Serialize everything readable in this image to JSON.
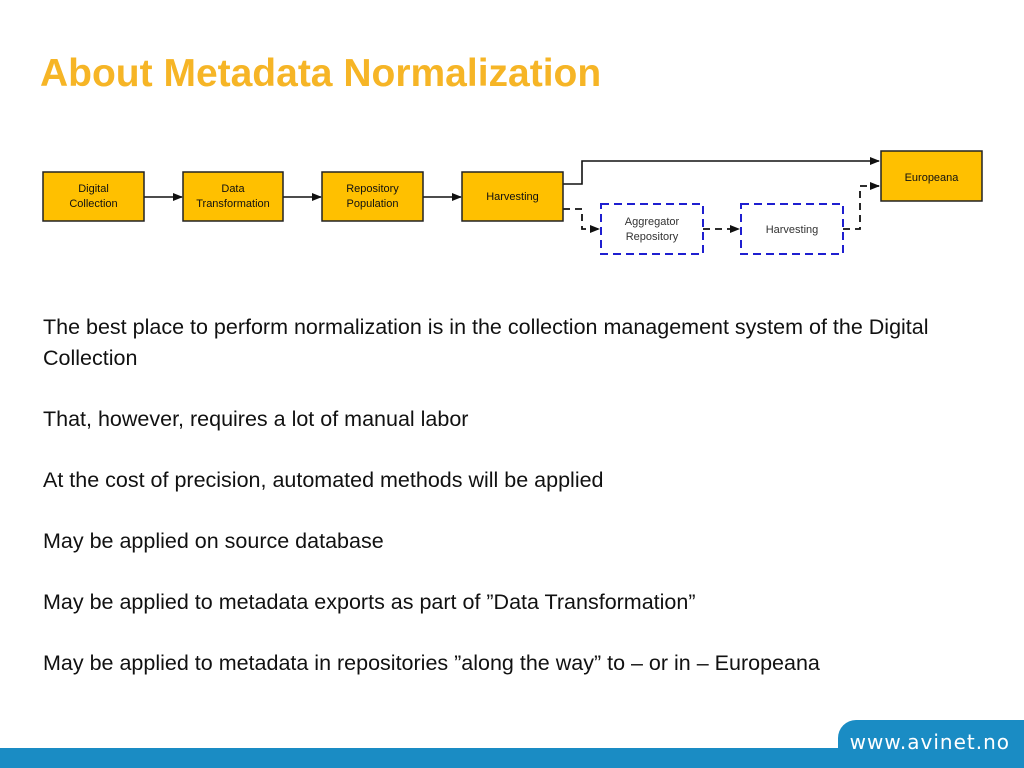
{
  "slide": {
    "title": "About Metadata Normalization"
  },
  "diagram": {
    "boxes": [
      {
        "id": "digital-collection",
        "lines": [
          "Digital",
          "Collection"
        ],
        "style": "solid"
      },
      {
        "id": "data-transformation",
        "lines": [
          "Data",
          "Transformation"
        ],
        "style": "solid"
      },
      {
        "id": "repository-population",
        "lines": [
          "Repository",
          "Population"
        ],
        "style": "solid"
      },
      {
        "id": "harvesting",
        "lines": [
          "Harvesting"
        ],
        "style": "solid"
      },
      {
        "id": "aggregator-repository",
        "lines": [
          "Aggregator",
          "Repository"
        ],
        "style": "dashed"
      },
      {
        "id": "harvesting-2",
        "lines": [
          "Harvesting"
        ],
        "style": "dashed"
      },
      {
        "id": "europeana",
        "lines": [
          "Europeana"
        ],
        "style": "solid"
      }
    ],
    "colors": {
      "solid_fill": "#ffc000",
      "solid_border": "#222222",
      "dashed_fill": "#ffffff",
      "dashed_border": "#1f1fd0",
      "arrow": "#111111"
    }
  },
  "body": {
    "paragraphs": [
      "The best place to perform normalization is in the collection management system of the Digital Collection",
      "That, however, requires a lot of manual labor",
      "At the cost of precision, automated methods will be applied",
      "May be applied on source database",
      "May be applied to metadata exports as part of ”Data Transformation”",
      "May be applied to metadata in repositories ”along the way” to – or in – Europeana"
    ]
  },
  "footer": {
    "url": "www.avinet.no"
  },
  "theme": {
    "title_color": "#f6b526",
    "footer_color": "#1a8cc4"
  }
}
